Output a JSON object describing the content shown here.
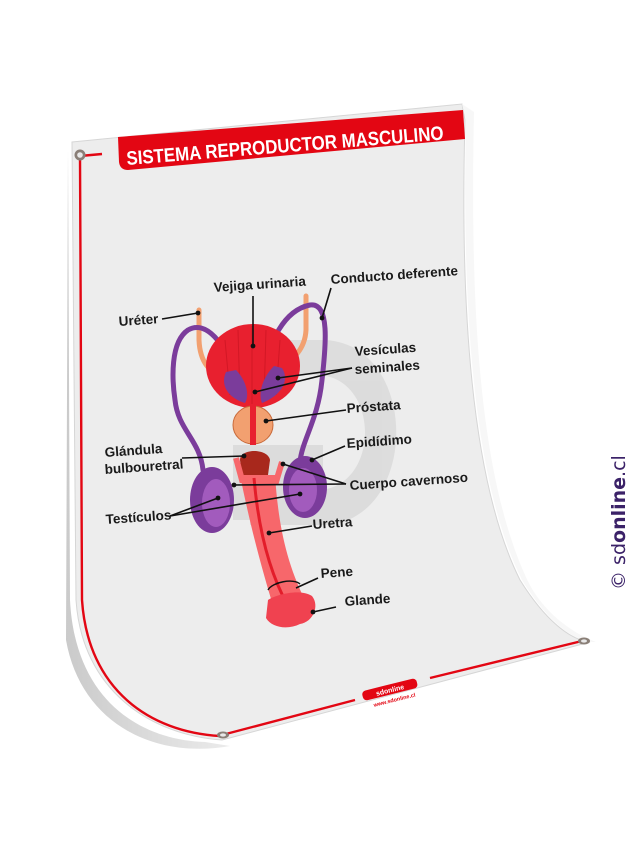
{
  "banner": {
    "title": "SISTEMA REPRODUCTOR MASCULINO"
  },
  "diagram": {
    "labels": {
      "ureter": "Uréter",
      "bladder": "Vejiga urinaria",
      "vas_deferens": "Conducto deferente",
      "seminal_vesicles_1": "Vesículas",
      "seminal_vesicles_2": "seminales",
      "prostate": "Próstata",
      "bulbourethral_1": "Glándula",
      "bulbourethral_2": "bulbouretral",
      "epididymis": "Epidídimo",
      "corpus_cavernosum": "Cuerpo cavernoso",
      "testicles": "Testículos",
      "urethra": "Uretra",
      "penis": "Pene",
      "glans": "Glande"
    }
  },
  "footer": {
    "brand_logo": "sdonline",
    "brand_url": "www.sdonline.cl"
  },
  "watermark": {
    "copyright": "©",
    "prefix": "sd",
    "bold": "online",
    "suffix": ".cl"
  },
  "colors": {
    "brand_red": "#e30613",
    "poster_bg": "#ededed",
    "bladder": "#e8202f",
    "purple": "#7b3c9b",
    "prostate": "#f2a070",
    "watermark_text": "#3b2268"
  }
}
